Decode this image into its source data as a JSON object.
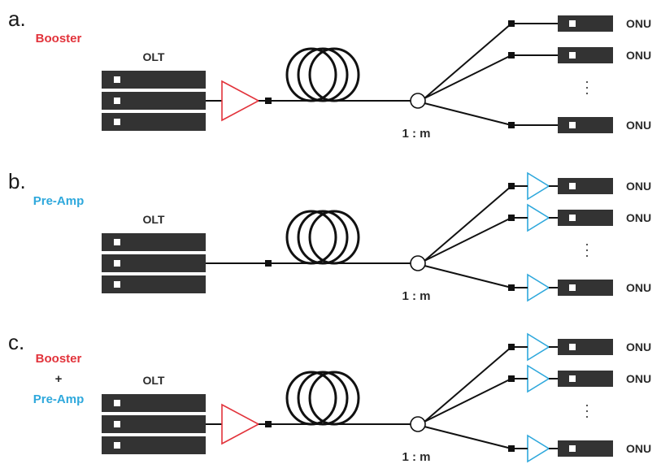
{
  "panels": [
    {
      "letter": "a.",
      "tags": [
        {
          "text": "Booster",
          "color": "red"
        }
      ],
      "olt_label": "OLT",
      "booster": true,
      "preamp": false,
      "splitter_label": "1 : m",
      "onu_labels": [
        "ONU",
        "ONU",
        "ONU"
      ],
      "ellipsis": ". . ."
    },
    {
      "letter": "b.",
      "tags": [
        {
          "text": "Pre-Amp",
          "color": "blue"
        }
      ],
      "olt_label": "OLT",
      "booster": false,
      "preamp": true,
      "splitter_label": "1 : m",
      "onu_labels": [
        "ONU",
        "ONU",
        "ONU"
      ],
      "ellipsis": ". . ."
    },
    {
      "letter": "c.",
      "tags": [
        {
          "text": "Booster",
          "color": "red"
        },
        {
          "text": "+",
          "color": "black"
        },
        {
          "text": "Pre-Amp",
          "color": "blue"
        }
      ],
      "olt_label": "OLT",
      "booster": true,
      "preamp": true,
      "splitter_label": "1 : m",
      "onu_labels": [
        "ONU",
        "ONU",
        "ONU"
      ],
      "ellipsis": ". . ."
    }
  ],
  "colors": {
    "booster": "#e2333b",
    "preamp": "#2ea8dc",
    "equipment": "#333333",
    "line": "#111111"
  },
  "icons": {
    "olt": "olt-rack-icon",
    "onu": "onu-unit-icon",
    "fiber": "fiber-spool-icon",
    "splitter": "splitter-node-icon",
    "amplifier": "amplifier-triangle-icon"
  }
}
